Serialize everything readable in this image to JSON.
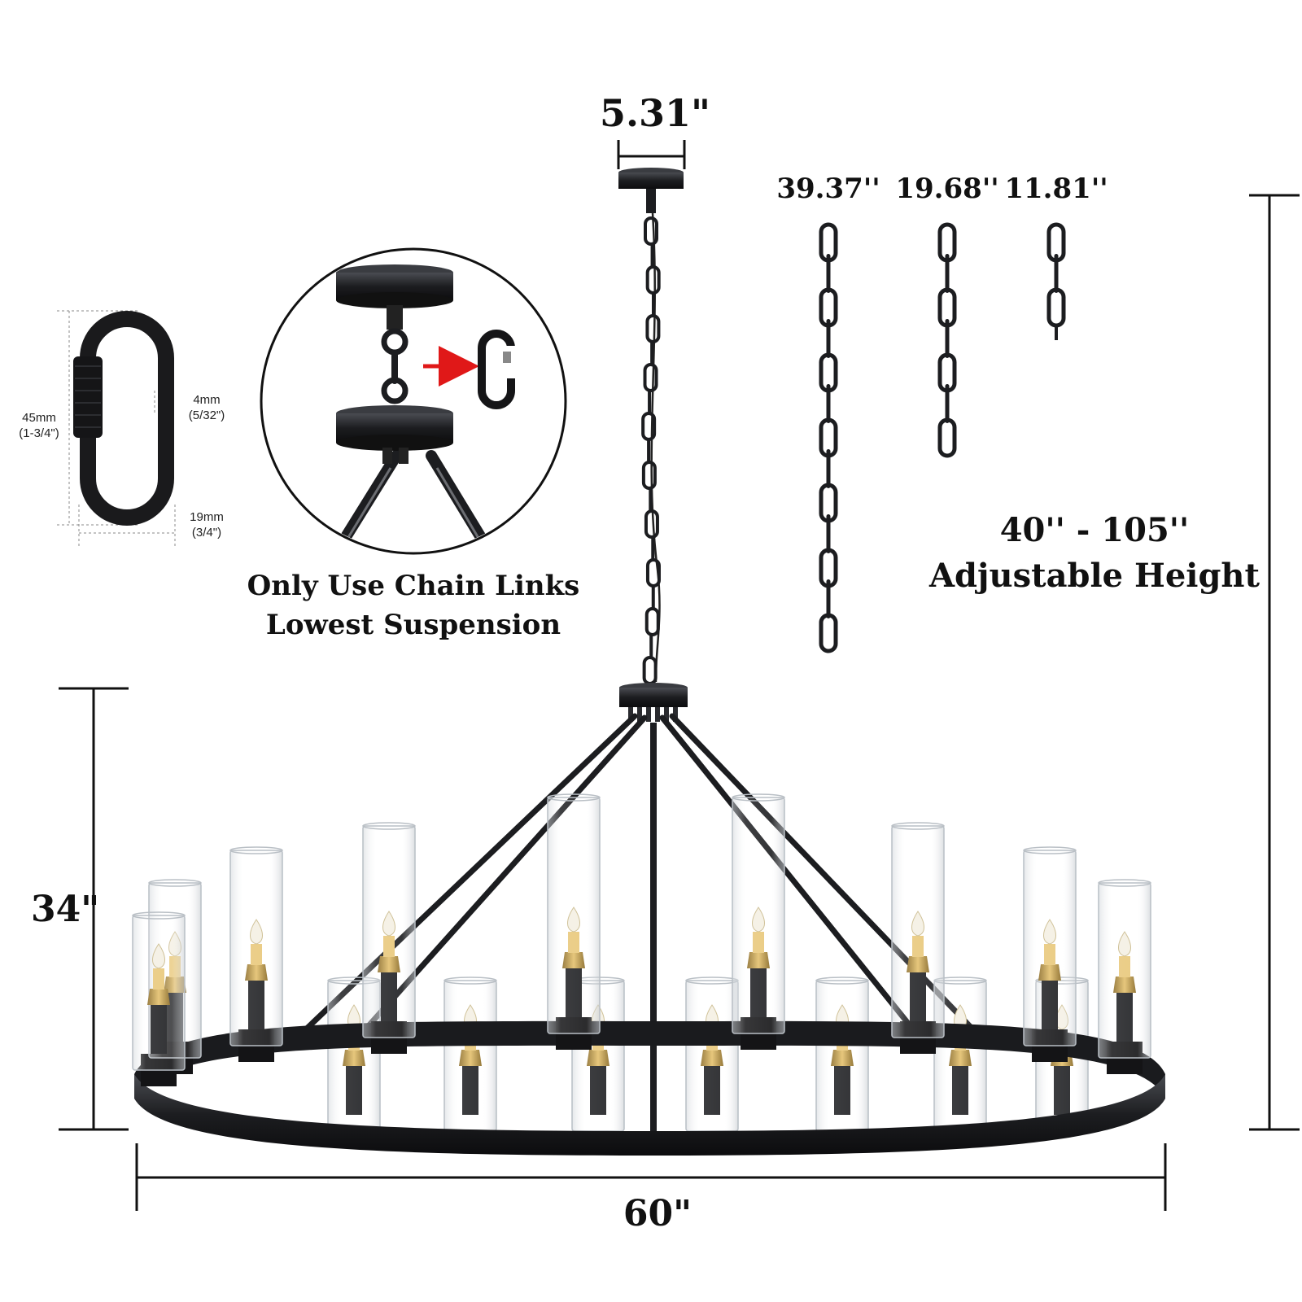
{
  "dimensions": {
    "canopy_width": "5.31\"",
    "ring_height": "34\"",
    "ring_width": "60\"",
    "adjustable_range": "40'' - 105''",
    "adjustable_label": "Adjustable Height"
  },
  "chains": [
    {
      "label": "39.37''",
      "links": 7
    },
    {
      "label": "19.68''",
      "links": 4
    },
    {
      "label": "11.81''",
      "links": 2
    }
  ],
  "carabiner": {
    "length_mm": "45mm",
    "length_in": "(1-3/4\")",
    "thickness_mm": "4mm",
    "thickness_in": "(5/32\")",
    "opening_mm": "19mm",
    "opening_in": "(3/4\")"
  },
  "detail_note": {
    "line1": "Only Use Chain Links",
    "line2": "Lowest Suspension"
  },
  "colors": {
    "metal": "#1c1d20",
    "brass": "#c9a24b",
    "glass": "#d8dde2",
    "arrow": "#e01818"
  },
  "product": {
    "front_candles": 9,
    "back_candles": 7
  }
}
